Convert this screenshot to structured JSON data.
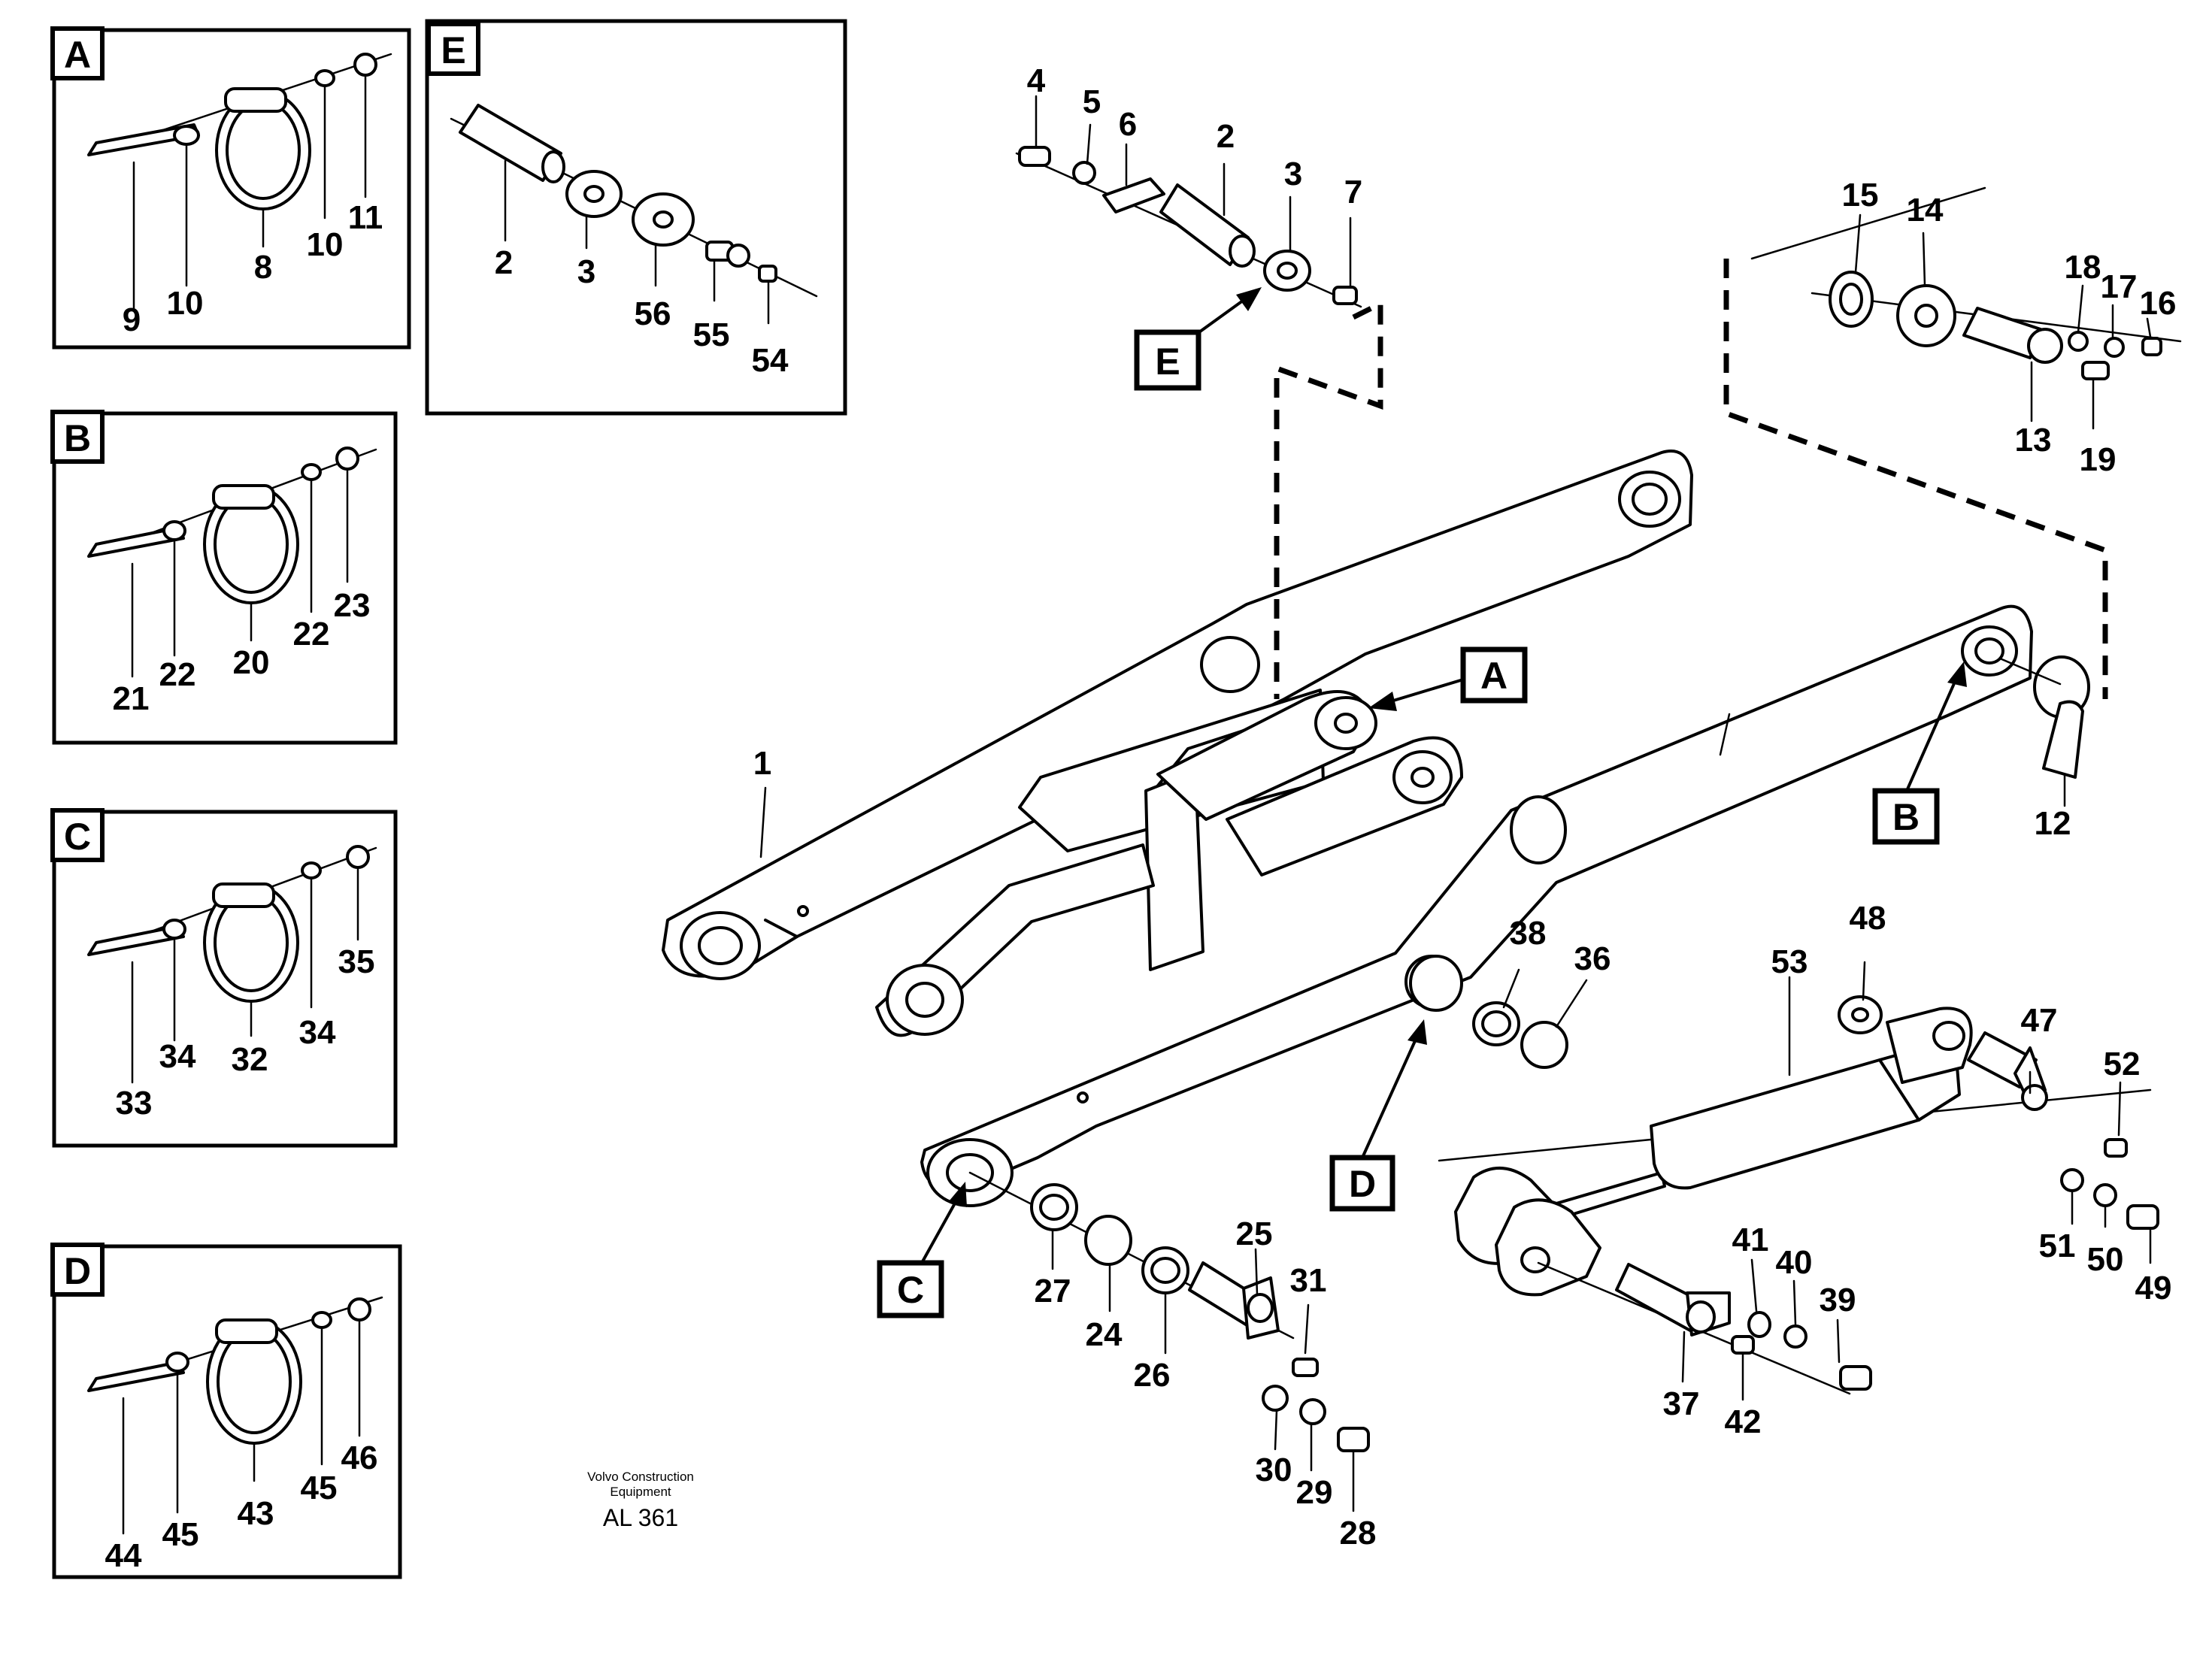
{
  "detail_views": [
    {
      "letter": "A",
      "callouts": [
        "9",
        "10",
        "8",
        "10",
        "11"
      ]
    },
    {
      "letter": "B",
      "callouts": [
        "21",
        "22",
        "20",
        "22",
        "23"
      ]
    },
    {
      "letter": "C",
      "callouts": [
        "33",
        "34",
        "32",
        "34",
        "35"
      ]
    },
    {
      "letter": "D",
      "callouts": [
        "44",
        "45",
        "43",
        "45",
        "46"
      ]
    },
    {
      "letter": "E",
      "callouts": [
        "2",
        "3",
        "56",
        "55",
        "54"
      ]
    }
  ],
  "main_letters": [
    "E",
    "A",
    "B",
    "C",
    "D"
  ],
  "main_callouts": [
    "4",
    "5",
    "6",
    "2",
    "3",
    "7",
    "15",
    "14",
    "18",
    "17",
    "16",
    "13",
    "19",
    "12",
    "1",
    "38",
    "36",
    "48",
    "53",
    "47",
    "52",
    "51",
    "50",
    "49",
    "25",
    "31",
    "27",
    "24",
    "26",
    "30",
    "29",
    "28",
    "41",
    "40",
    "39",
    "37",
    "42"
  ],
  "credit": {
    "line1": "Volvo Construction",
    "line2": "Equipment",
    "ref": "AL 361"
  }
}
